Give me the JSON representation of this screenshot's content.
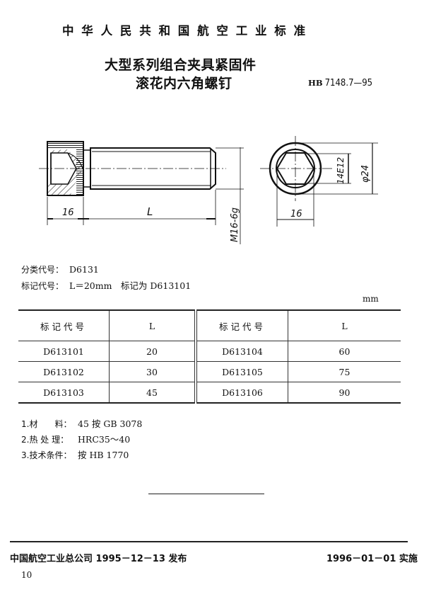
{
  "header": {
    "national_title": "中华人民共和国航空工业标准",
    "title_line1": "大型系列组合夹具紧固件",
    "title_line2": "滚花内六角螺钉",
    "standard_prefix": "HB",
    "standard_number": "7148.7—95"
  },
  "drawing": {
    "side_view": {
      "head_length_dim": "16",
      "length_dim": "L",
      "thread_dim": "M16-6g"
    },
    "end_view": {
      "hex_socket_dim": "14E12",
      "outer_diameter_dim": "φ24",
      "head_width_dim": "16"
    }
  },
  "meta": {
    "classification_label": "分类代号：",
    "classification_value": "D6131",
    "marking_label": "标记代号：",
    "marking_value": "L＝20mm　标记为 D613101"
  },
  "table": {
    "unit": "mm",
    "headers": [
      "标记代号",
      "L",
      "标记代号",
      "L"
    ],
    "rows": [
      [
        "D613101",
        "20",
        "D613104",
        "60"
      ],
      [
        "D613102",
        "30",
        "D613105",
        "75"
      ],
      [
        "D613103",
        "45",
        "D613106",
        "90"
      ]
    ]
  },
  "notes": [
    {
      "label": "1.材　　料：",
      "value": "45 按 GB 3078"
    },
    {
      "label": "2.热 处 理：",
      "value": "HRC35～40"
    },
    {
      "label": "3.技术条件：",
      "value": "按 HB 1770"
    }
  ],
  "footer": {
    "issuer": "中国航空工业总公司 1995－12－13 发布",
    "effective": "1996－01－01 实施",
    "page_number": "10"
  }
}
